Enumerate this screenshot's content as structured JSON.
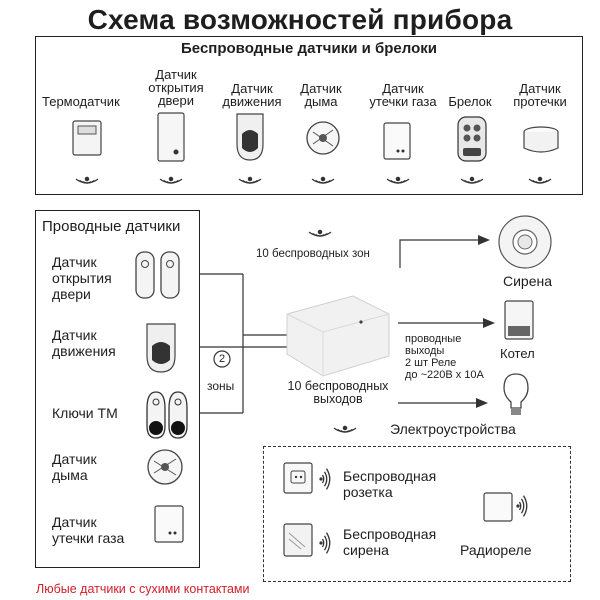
{
  "title": "Схема возможностей прибора",
  "wireless": {
    "title": "Беспроводные датчики и брелоки",
    "items": [
      {
        "label": "Термодатчик",
        "icon": "thermo-sensor-icon"
      },
      {
        "label": "Датчик открытия двери",
        "icon": "door-sensor-icon"
      },
      {
        "label": "Датчик движения",
        "icon": "motion-sensor-icon"
      },
      {
        "label": "Датчик дыма",
        "icon": "smoke-sensor-icon"
      },
      {
        "label": "Датчик утечки газа",
        "icon": "gas-sensor-icon"
      },
      {
        "label": "Брелок",
        "icon": "keyfob-icon"
      },
      {
        "label": "Датчик протечки",
        "icon": "leak-sensor-icon"
      }
    ]
  },
  "wired": {
    "title": "Проводные датчики",
    "items": [
      {
        "label": "Датчик открытия двери",
        "icon": "wired-door-sensor-icon"
      },
      {
        "label": "Датчик движения",
        "icon": "wired-motion-sensor-icon"
      },
      {
        "label": "Ключи ТМ",
        "icon": "tm-keys-icon"
      },
      {
        "label": "Датчик дыма",
        "icon": "wired-smoke-sensor-icon"
      },
      {
        "label": "Датчик утечки газа",
        "icon": "wired-gas-sensor-icon"
      }
    ],
    "zones_count": "2",
    "zones_label": "зоны"
  },
  "center": {
    "wireless_zones": "10 беспроводных зон",
    "wireless_outputs": "10 беспроводных выходов",
    "wired_outputs": "проводные выходы 2 шт Реле до ~220В х 10А"
  },
  "outputs": {
    "siren": "Сирена",
    "boiler": "Котел",
    "devices": "Электроустройства"
  },
  "wireless_out": {
    "socket": "Беспроводная розетка",
    "siren": "Беспроводная сирена",
    "relay": "Радиореле"
  },
  "note": "Любые датчики с сухими контактами"
}
